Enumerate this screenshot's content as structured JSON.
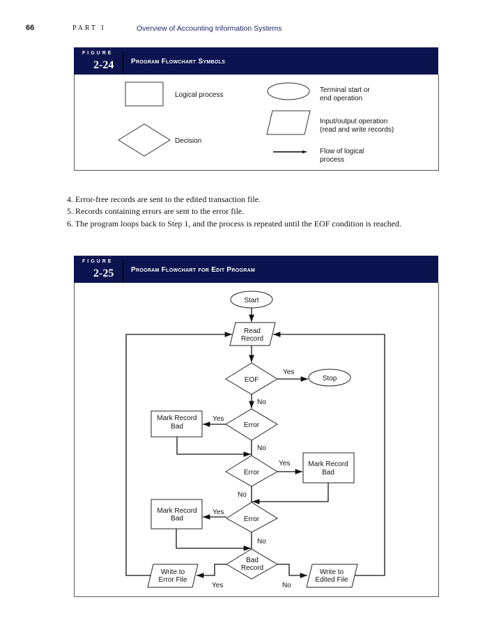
{
  "running_header": {
    "page_number": "66",
    "part": "PART I",
    "title": "Overview of Accounting Information Systems"
  },
  "figure_24": {
    "label": "FIGURE",
    "number": "2-24",
    "title": "Program Flowchart Symbols",
    "symbols": [
      {
        "icon": "rectangle",
        "lines": [
          "Logical process"
        ]
      },
      {
        "icon": "diamond",
        "lines": [
          "Decision"
        ]
      },
      {
        "icon": "ellipse",
        "lines": [
          "Terminal start or",
          "end operation"
        ]
      },
      {
        "icon": "parallelogram",
        "lines": [
          "Input/output operation",
          "(read and write records)"
        ]
      },
      {
        "icon": "arrow",
        "lines": [
          "Flow of logical",
          "process"
        ]
      }
    ]
  },
  "steps": [
    {
      "num": "4.",
      "text": "Error-free records are sent to the edited transaction file."
    },
    {
      "num": "5.",
      "text": "Records containing errors are sent to the error file."
    },
    {
      "num": "6.",
      "text": "The program loops back to Step 1, and the process is repeated until the EOF condition is reached."
    }
  ],
  "figure_25": {
    "label": "FIGURE",
    "number": "2-25",
    "title": "Program Flowchart for Edit Program",
    "nodes": {
      "start": "Start",
      "read": [
        "Read",
        "Record"
      ],
      "eof": "EOF",
      "stop": "Stop",
      "error1": "Error",
      "error2": "Error",
      "error3": "Error",
      "mark1": [
        "Mark Record",
        "Bad"
      ],
      "mark2": [
        "Mark Record",
        "Bad"
      ],
      "mark3": [
        "Mark Record",
        "Bad"
      ],
      "bad": [
        "Bad",
        "Record"
      ],
      "write_error": [
        "Write to",
        "Error File"
      ],
      "write_edited": [
        "Write to",
        "Edited File"
      ]
    },
    "edge_labels": {
      "eof_yes": "Yes",
      "eof_no": "No",
      "e1_yes": "Yes",
      "e1_no": "No",
      "e2_yes": "Yes",
      "e2_no": "No",
      "e3_yes": "Yes",
      "e3_no": "No",
      "bad_yes": "Yes",
      "bad_no": "No"
    }
  }
}
